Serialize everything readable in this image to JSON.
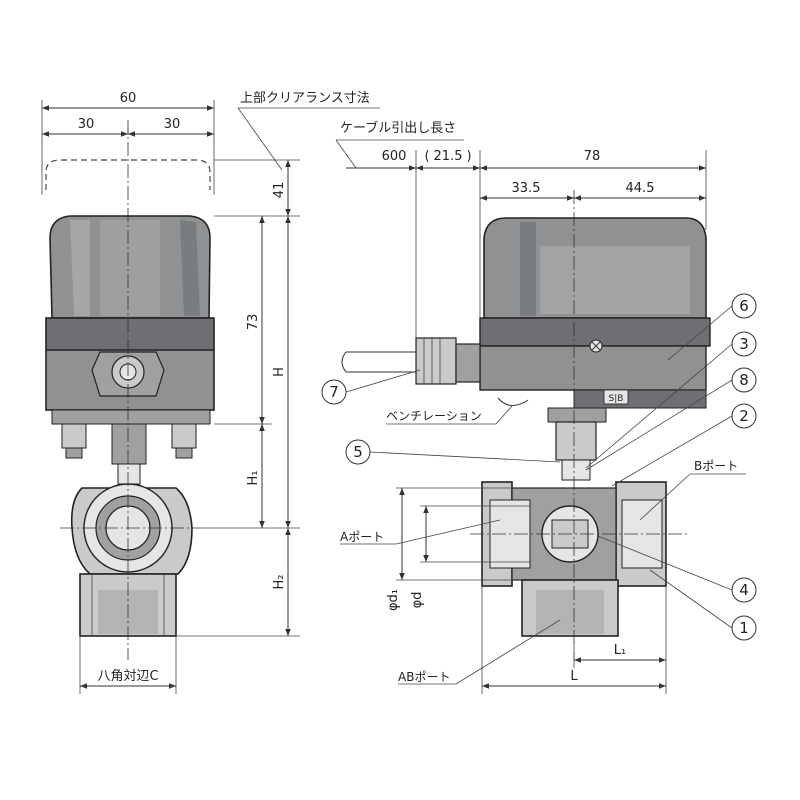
{
  "front_view": {
    "dims": {
      "overall_width": "60",
      "left_half": "30",
      "right_half": "30",
      "top_clearance": "41",
      "actuator_height": "73",
      "total_height_H": "H",
      "height_H1": "H₁",
      "height_H2": "H₂",
      "octagon_label": "八角対辺C"
    },
    "top_clearance_label": "上部クリアランス寸法"
  },
  "side_view": {
    "dims": {
      "cable_label": "ケーブル引出し長さ",
      "cable_length": "600",
      "gland_length": "21.5",
      "overall": "78",
      "left_part": "33.5",
      "right_part": "44.5",
      "phi_d1": "φd₁",
      "phi_d": "φd",
      "L": "L",
      "L1": "L₁"
    },
    "labels": {
      "a_port": "Aポート",
      "b_port": "Bポート",
      "ab_port": "ABポート",
      "ventilation": "ベンチレーション",
      "sb_marking": "S|B"
    },
    "callouts": [
      "1",
      "2",
      "3",
      "4",
      "5",
      "6",
      "7",
      "8"
    ]
  }
}
